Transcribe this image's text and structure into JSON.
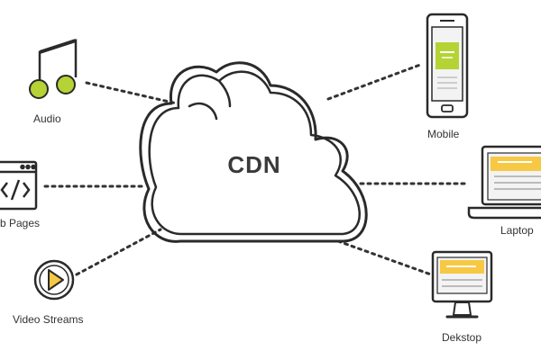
{
  "center": {
    "label": "CDN"
  },
  "sources": [
    {
      "label": "Audio",
      "icon": "music-note-icon"
    },
    {
      "label": "b Pages",
      "icon": "code-window-icon"
    },
    {
      "label": "Video Streams",
      "icon": "play-circle-icon"
    }
  ],
  "devices": [
    {
      "label": "Mobile",
      "icon": "mobile-phone-icon"
    },
    {
      "label": "Laptop",
      "icon": "laptop-icon"
    },
    {
      "label": "Dekstop",
      "icon": "desktop-monitor-icon"
    }
  ],
  "colors": {
    "accent": "#b5d334",
    "accent_yellow": "#f7c843",
    "line": "#2a2a2a",
    "connector": "#333333"
  }
}
